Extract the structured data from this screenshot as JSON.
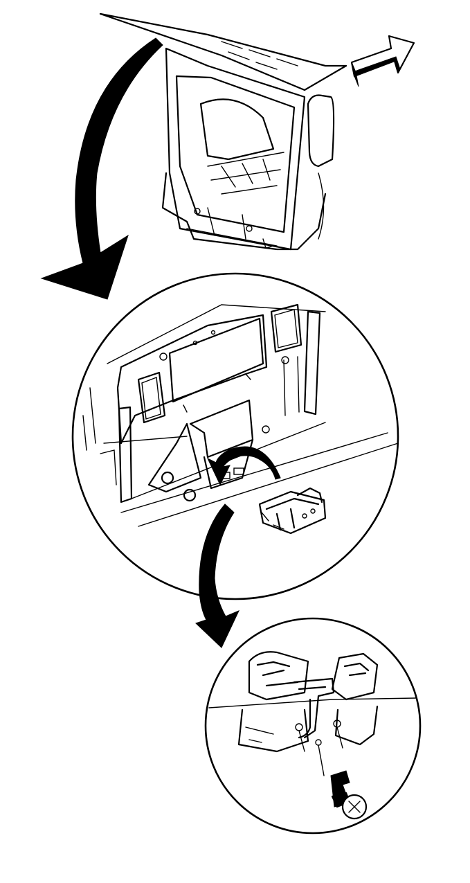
{
  "diagram": {
    "views": [
      "vehicle-rear-view",
      "tailgate-detail-view",
      "latch-fastener-detail-view"
    ],
    "ink_color": "#000000",
    "background_color": "#ffffff",
    "direction_arrow": "front-direction-arrow",
    "icons": [
      "arrow-icon",
      "fastener-screw-icon"
    ]
  }
}
